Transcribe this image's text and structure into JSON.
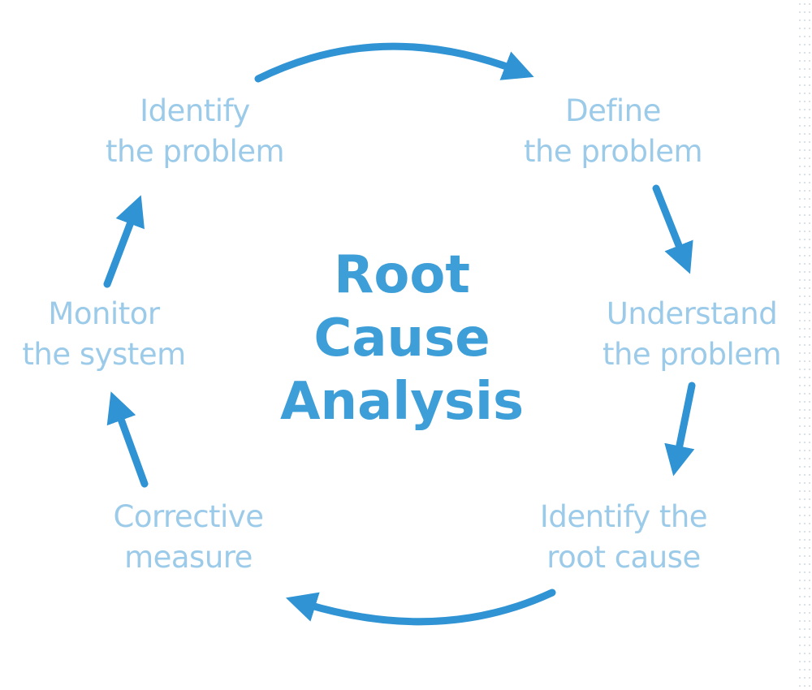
{
  "diagram": {
    "center_title_lines": [
      "Root",
      "Cause",
      "Analysis"
    ],
    "steps": [
      {
        "id": "identify-problem",
        "lines": [
          "Identify",
          "the problem"
        ]
      },
      {
        "id": "define-problem",
        "lines": [
          "Define",
          "the problem"
        ]
      },
      {
        "id": "understand-problem",
        "lines": [
          "Understand",
          "the problem"
        ]
      },
      {
        "id": "identify-root-cause",
        "lines": [
          "Identify the",
          "root cause"
        ]
      },
      {
        "id": "corrective-measure",
        "lines": [
          "Corrective",
          "measure"
        ]
      },
      {
        "id": "monitor-system",
        "lines": [
          "Monitor",
          "the system"
        ]
      }
    ],
    "colors": {
      "arrow": "#2f93d4",
      "step_text": "#9ccbea",
      "title_text": "#3e9fd8"
    }
  }
}
